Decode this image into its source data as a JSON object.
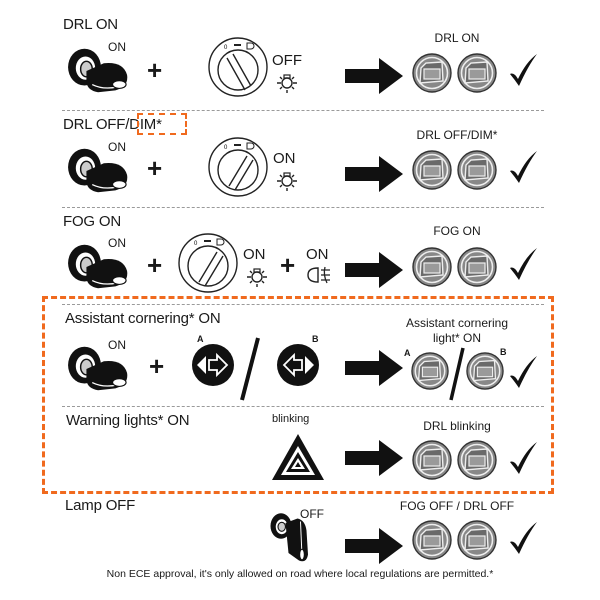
{
  "rows": [
    {
      "title": "DRL ON",
      "key_state": "ON",
      "switch_state": "OFF",
      "result": "DRL ON"
    },
    {
      "title_main": "DRL OFF",
      "title_highlight": "/DIM*",
      "key_state": "ON",
      "switch_state": "ON",
      "result": "DRL OFF/DIM*"
    },
    {
      "title": "FOG ON",
      "key_state": "ON",
      "switch_state": "ON",
      "fog_state": "ON",
      "result": "FOG ON"
    },
    {
      "title": "Assistant cornering* ON",
      "key_state": "ON",
      "option_a": "A",
      "option_b": "B",
      "result_line1": "Assistant cornering",
      "result_line2": "light* ON",
      "result_a": "A",
      "result_b": "B"
    },
    {
      "title": "Warning lights* ON",
      "hazard_label": "blinking",
      "result": "DRL blinking"
    },
    {
      "title": "Lamp OFF",
      "key_state": "OFF",
      "result": "FOG OFF / DRL OFF"
    }
  ],
  "footnote": "Non ECE approval, it's only allowed on road where local regulations are permitted.*",
  "colors": {
    "highlight": "#f06a1e",
    "separator": "#9a9a9a",
    "lamp_fill": "#8a8a8a",
    "ink": "#1a1a1a"
  },
  "icons": {
    "key": "ignition-key-icon",
    "switch": "light-switch-knob-icon",
    "bulb": "light-bulb-icon",
    "fog": "fog-light-icon",
    "arrow": "right-arrow-icon",
    "lamp": "headlamp-icon",
    "check": "checkmark-icon",
    "corner_a": "cornering-left-icon",
    "corner_b": "cornering-right-icon",
    "hazard": "hazard-triangle-icon"
  }
}
